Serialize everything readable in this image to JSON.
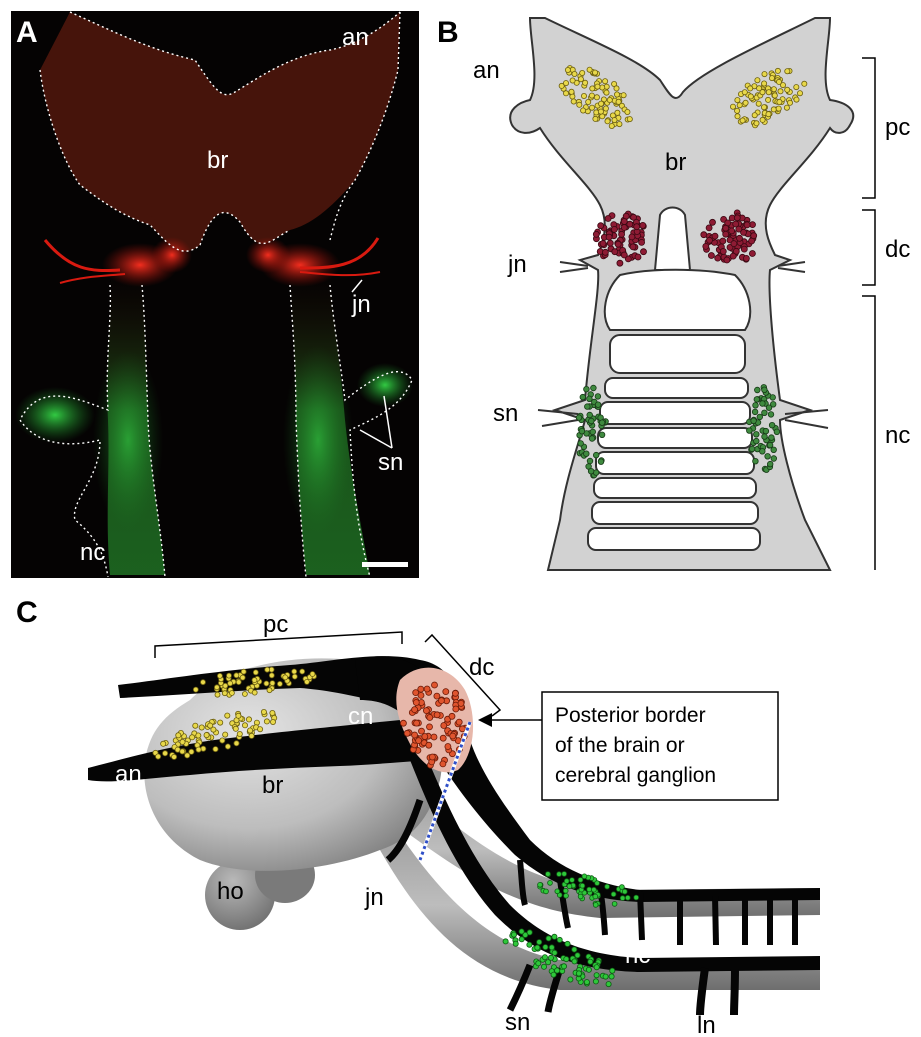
{
  "panels": {
    "a": {
      "letter": "A",
      "labels": {
        "an": "an",
        "br": "br",
        "jn": "jn",
        "sn": "sn",
        "nc": "nc"
      }
    },
    "b": {
      "letter": "B",
      "labels": {
        "an": "an",
        "br": "br",
        "jn": "jn",
        "sn": "sn"
      },
      "brackets": {
        "pc": "pc",
        "dc": "dc",
        "nc": "nc"
      }
    },
    "c": {
      "letter": "C",
      "labels": {
        "pc": "pc",
        "dc": "dc",
        "cn": "cn",
        "an": "an",
        "br": "br",
        "ho": "ho",
        "jn": "jn",
        "sn": "sn",
        "nc": "nc",
        "ln": "ln"
      },
      "callout": {
        "line1": "Posterior border",
        "line2": "of the brain or",
        "line3": "cerebral ganglion"
      }
    }
  },
  "colors": {
    "fluor_red": "#d91a10",
    "fluor_green": "#2ec83a",
    "yellow_cells": "#e8d84a",
    "maroon_cells": "#8e1b34",
    "dark_green_cells": "#3f8a3f",
    "orange_cells": "#e0552e",
    "schematic_gray": "#d2d2d2",
    "border_dashed": "#2f4fc8"
  }
}
